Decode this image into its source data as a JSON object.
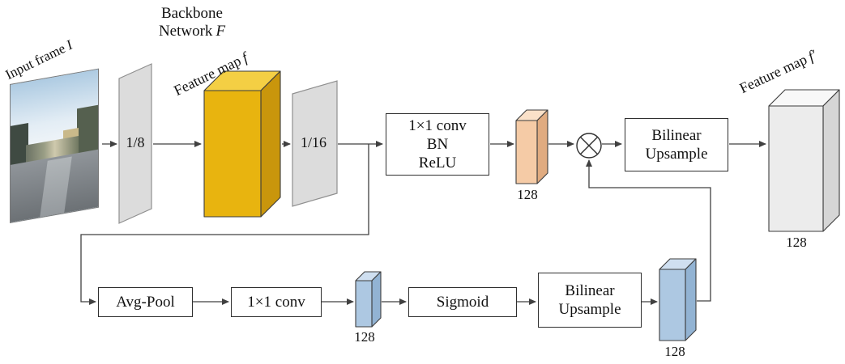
{
  "title": "Backbone feature re-weighting diagram",
  "colors": {
    "arrow": "#404040",
    "slab_fill": "#dcdcdc",
    "feature_map": {
      "front": "#e8b40f",
      "top": "#f4cf44",
      "side": "#c9960c"
    },
    "conv_out": {
      "front": "#f5cba6",
      "top": "#fae1c9",
      "side": "#e0ab80"
    },
    "attention": {
      "front": "#adc8e2",
      "top": "#cfdff0",
      "side": "#92b3d3"
    },
    "output": {
      "front": "#ececec",
      "top": "#f8f8f8",
      "side": "#d6d6d6"
    }
  },
  "labels": {
    "input_frame": {
      "text": "Input frame",
      "var": "I"
    },
    "backbone": {
      "line1": "Backbone",
      "line2": "Network",
      "var": "F"
    },
    "feature_map": {
      "text": "Feature map",
      "var": "f"
    },
    "feature_map_out": {
      "text": "Feature map",
      "var": "f′"
    }
  },
  "nodes": {
    "downsample8": "1/8",
    "downsample16": "1/16",
    "conv_bn_relu": [
      "1×1 conv",
      "BN",
      "ReLU"
    ],
    "bilinear_top": [
      "Bilinear",
      "Upsample"
    ],
    "avg_pool": "Avg-Pool",
    "conv_1x1": "1×1 conv",
    "sigmoid": "Sigmoid",
    "bilinear_bottom": [
      "Bilinear",
      "Upsample"
    ],
    "multiply": "⊗"
  },
  "channels": {
    "conv_out": "128",
    "output": "128",
    "squeeze": "128",
    "excitation": "128"
  }
}
